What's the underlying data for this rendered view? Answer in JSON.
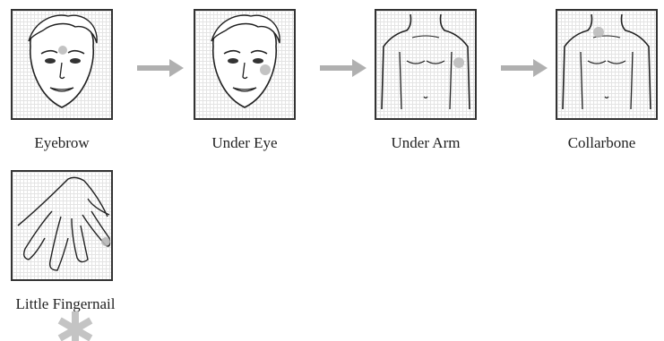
{
  "steps": [
    {
      "label": "Eyebrow",
      "illustration": "face-eyebrow-point-icon"
    },
    {
      "label": "Under Eye",
      "illustration": "face-under-eye-point-icon"
    },
    {
      "label": "Under Arm",
      "illustration": "torso-under-arm-point-icon"
    },
    {
      "label": "Collarbone",
      "illustration": "torso-collarbone-point-icon"
    },
    {
      "label": "Little Fingernail",
      "illustration": "hand-little-fingernail-point-icon"
    }
  ],
  "colors": {
    "frame": "#333333",
    "ink": "#222222",
    "grid": "#e4e4e4",
    "arrow": "#b0b0b0",
    "tap_point": "#b8b8b8"
  },
  "decorations": [
    "asterisk-icon"
  ]
}
